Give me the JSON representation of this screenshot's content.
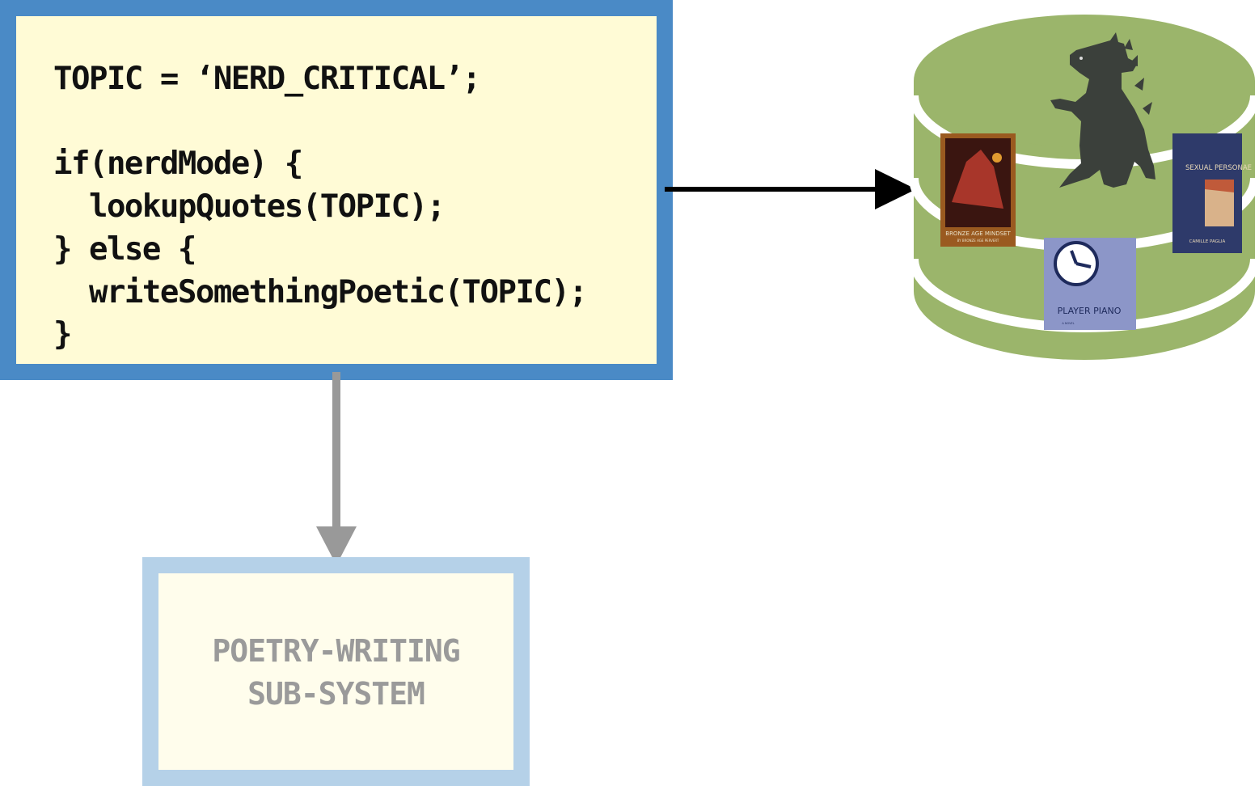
{
  "code_block": {
    "lines": [
      "TOPIC = ‘NERD_CRITICAL’;",
      "",
      "if(nerdMode) {",
      "  lookupQuotes(TOPIC);",
      "} else {",
      "  writeSomethingPoetic(TOPIC);",
      "}"
    ]
  },
  "subsystem": {
    "line1": "POETRY-WRITING",
    "line2": "SUB-SYSTEM"
  },
  "database": {
    "items": [
      {
        "name": "godzilla-figure-icon"
      },
      {
        "title": "BRONZE AGE MINDSET",
        "author": "BY BRONZE AGE PERVERT"
      },
      {
        "title": "PLAYER PIANO",
        "subtitle": "A NOVEL"
      },
      {
        "title": "SEXUAL PERSONAE",
        "author": "CAMILLE PAGLIA"
      }
    ]
  },
  "colors": {
    "code_border": "#4a8ac6",
    "code_fill": "#fffbd6",
    "sub_border": "#b5d1e8",
    "sub_fill": "#fffdec",
    "database": "#9bb56b",
    "arrow_primary": "#000000",
    "arrow_secondary": "#999999"
  }
}
